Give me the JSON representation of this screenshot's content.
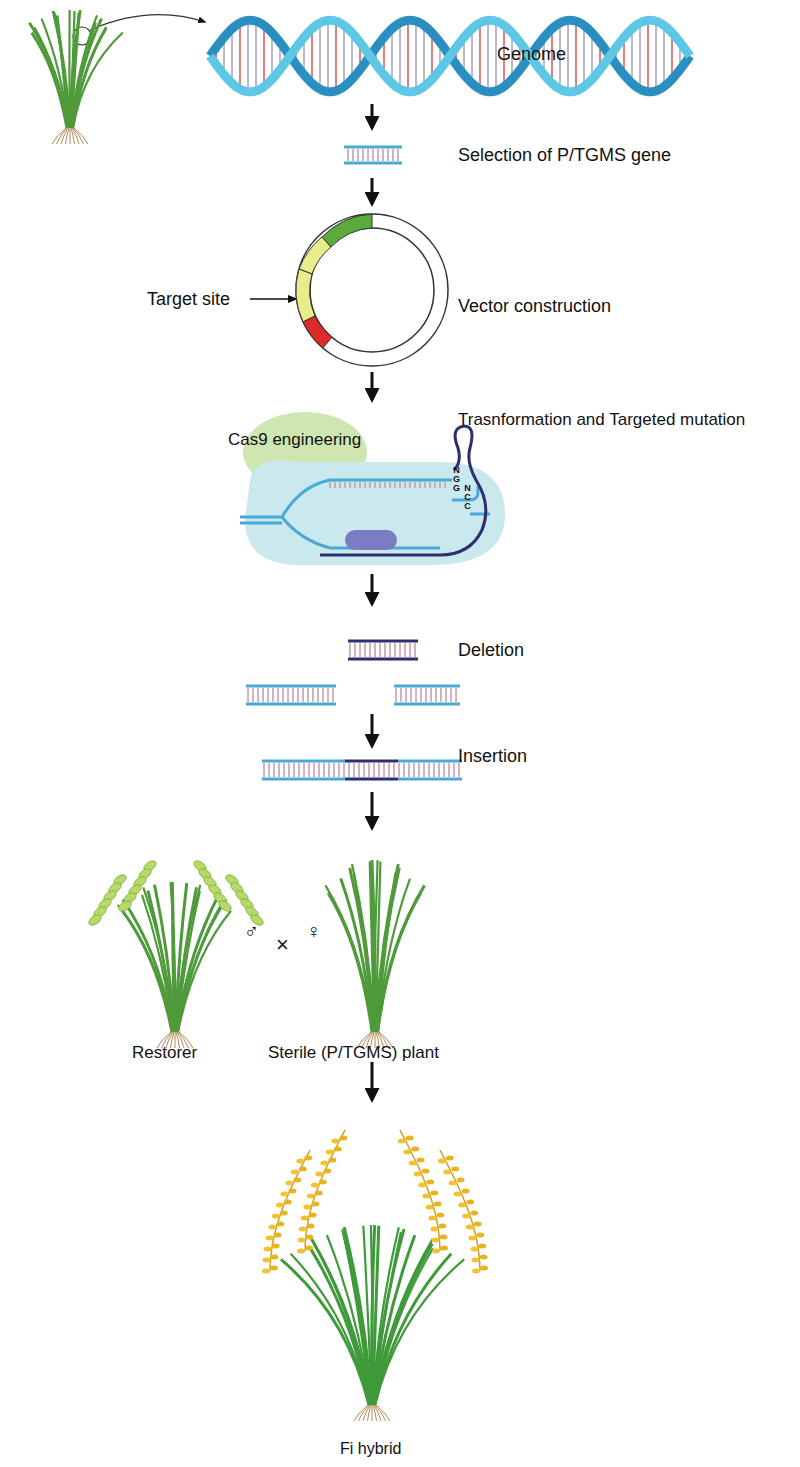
{
  "diagram": {
    "labels": [
      "Genome",
      "Selection of P/TGMS gene",
      "Target site",
      "Vector construction",
      "Trasnformation and Targeted mutation",
      "Cas9 engineering",
      "NGG",
      "NCC",
      "Deletion",
      "Insertion",
      "Restorer",
      "♂",
      "×",
      "♀",
      "Sterile (P/TGMS) plant",
      "Fi hybrid"
    ]
  }
}
